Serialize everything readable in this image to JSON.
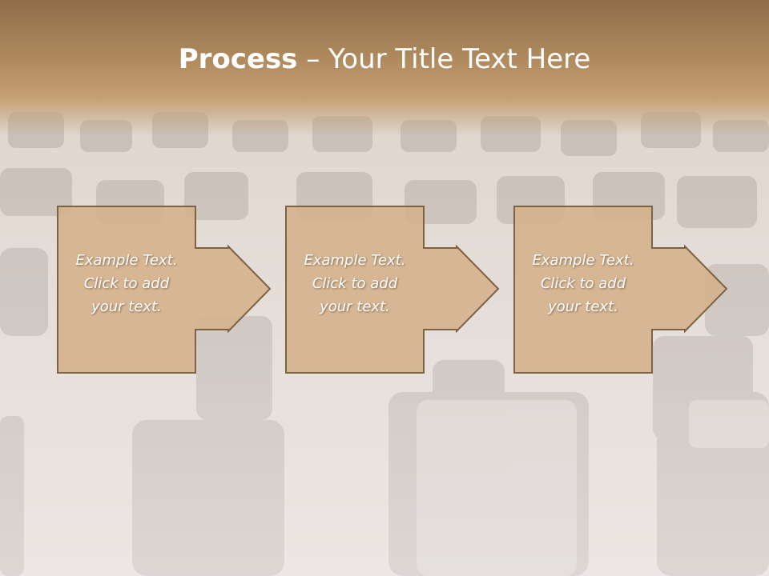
{
  "title": {
    "bold": "Process",
    "rest": " – Your Title Text Here"
  },
  "steps": [
    {
      "lines": [
        "Example Text.",
        "Click  to add",
        "your text."
      ]
    },
    {
      "lines": [
        "Example Text.",
        "Click  to add",
        "your text."
      ]
    },
    {
      "lines": [
        "Example Text.",
        "Click  to add",
        "your text."
      ]
    }
  ],
  "colors": {
    "title_band": "#b08b5f",
    "box_fill": "#d4b08a",
    "box_border": "#7d6244",
    "background_haze": "#e8e2de"
  }
}
